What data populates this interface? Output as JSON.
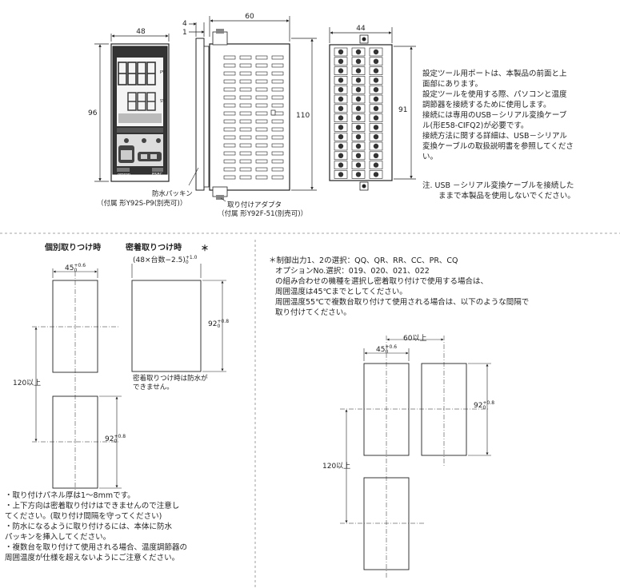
{
  "front": {
    "width": "48",
    "height": "96",
    "pv": "PV",
    "sv": "SV",
    "logo": "omron",
    "model": "E5EC"
  },
  "side": {
    "top_a": "4",
    "top_b": "1",
    "depth": "60",
    "height": "110"
  },
  "rear": {
    "width": "44",
    "height": "91"
  },
  "callouts": {
    "gasket_a": "防水パッキン",
    "gasket_b": "（付属 形Y92S-P9(別売可)）",
    "adapter_a": "取り付けアダプタ",
    "adapter_b": "（付属 形Y92F-51(別売可)）"
  },
  "port_notes": [
    "設定ツール用ポートは、本製品の前面と上",
    "面部にあります。",
    "設定ツールを使用する際、パソコンと温度",
    "調節器を接続するために使用します。",
    "接続には専用のUSB－シリアル変換ケーブ",
    "ル(形E58-CIFQ2)が必要です。",
    "接続方法に関する詳細は、USB－シリアル",
    "変換ケーブルの取扱説明書を参照してくださ",
    "い。"
  ],
  "usb_note": [
    "注. USB －シリアル変換ケーブルを接続した",
    "ままで本製品を使用しないでください。"
  ],
  "cutout": {
    "individual_title": "個別取りつけ時",
    "gang_title": "密着取りつけ時",
    "gang_mark": "＊",
    "w45": "45",
    "tol_plus_06": "+0.6",
    "tol_zero": "0",
    "gang_width": "(48×台数−2.5)",
    "tol_plus_10": "+1.0",
    "h92": "92",
    "tol_plus_08": "+0.8",
    "gang_note_a": "密着取りつけ時は防水が",
    "gang_note_b": "できません。",
    "gap120": "120以上",
    "gap60": "60以上"
  },
  "star_note": [
    "＊制御出力1、2の選択：QQ、QR、RR、CC、PR、CQ",
    "オプションNo.選択：019、020、021、022",
    "の組み合わせの機種を選択し密着取り付けで使用する場合は、",
    "周囲温度は45℃までとしてください。",
    "周囲温度55℃で複数台取り付けて使用される場合は、以下のような間隔で",
    "取り付けてください。"
  ],
  "bullets": [
    "・取り付けパネル厚は1～8mmです。",
    "・上下方向は密着取り付けはできませんので注意し",
    "  てください。(取り付け間隔を守ってください)",
    "・防水になるように取り付けるには、本体に防水",
    "  パッキンを挿入してください。",
    "・複数台を取り付けて使用される場合、温度調節器の",
    "  周囲温度が仕様を超えないようにご注意ください。"
  ]
}
